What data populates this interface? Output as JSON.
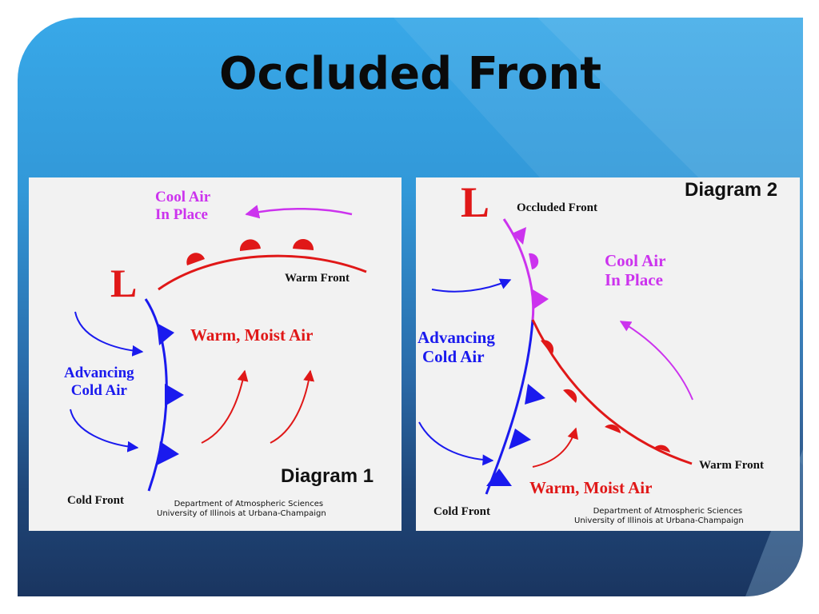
{
  "slide": {
    "title": "Occluded Front"
  },
  "colors": {
    "cold": "#1a1aee",
    "warm": "#e01818",
    "cool": "#cc33ee",
    "text": "#111111"
  },
  "diagram1": {
    "cool_air_line1": "Cool Air",
    "cool_air_line2": "In Place",
    "low": "L",
    "warm_front": "Warm Front",
    "warm_moist_air": "Warm, Moist Air",
    "advancing_line1": "Advancing",
    "advancing_line2": "Cold Air",
    "diagram_label": "Diagram 1",
    "cold_front": "Cold Front",
    "credit_line1": "Department of Atmospheric Sciences",
    "credit_line2": "University of Illinois at Urbana-Champaign"
  },
  "diagram2": {
    "low": "L",
    "occluded_front": "Occluded Front",
    "diagram_label": "Diagram 2",
    "cool_air_line1": "Cool Air",
    "cool_air_line2": "In Place",
    "advancing_line1": "Advancing",
    "advancing_line2": "Cold Air",
    "warm_front": "Warm Front",
    "warm_moist_air": "Warm, Moist Air",
    "cold_front": "Cold Front",
    "credit_line1": "Department of Atmospheric Sciences",
    "credit_line2": "University of Illinois at Urbana-Champaign"
  }
}
